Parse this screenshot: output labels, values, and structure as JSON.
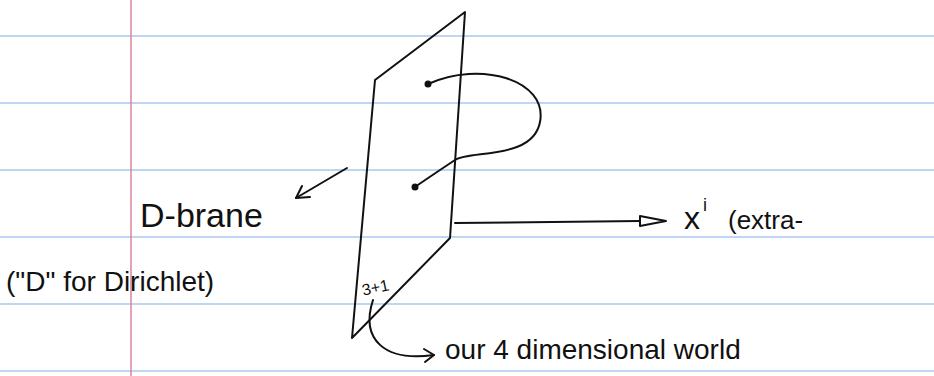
{
  "diagram": {
    "nodes": [
      {
        "text": [
          "3+1"
        ]
      }
    ],
    "labels": [
      "D-brane",
      "(\"D\" for Dirichlet)",
      "x",
      "i",
      "(extra-",
      "our 4 dimensional world"
    ]
  }
}
